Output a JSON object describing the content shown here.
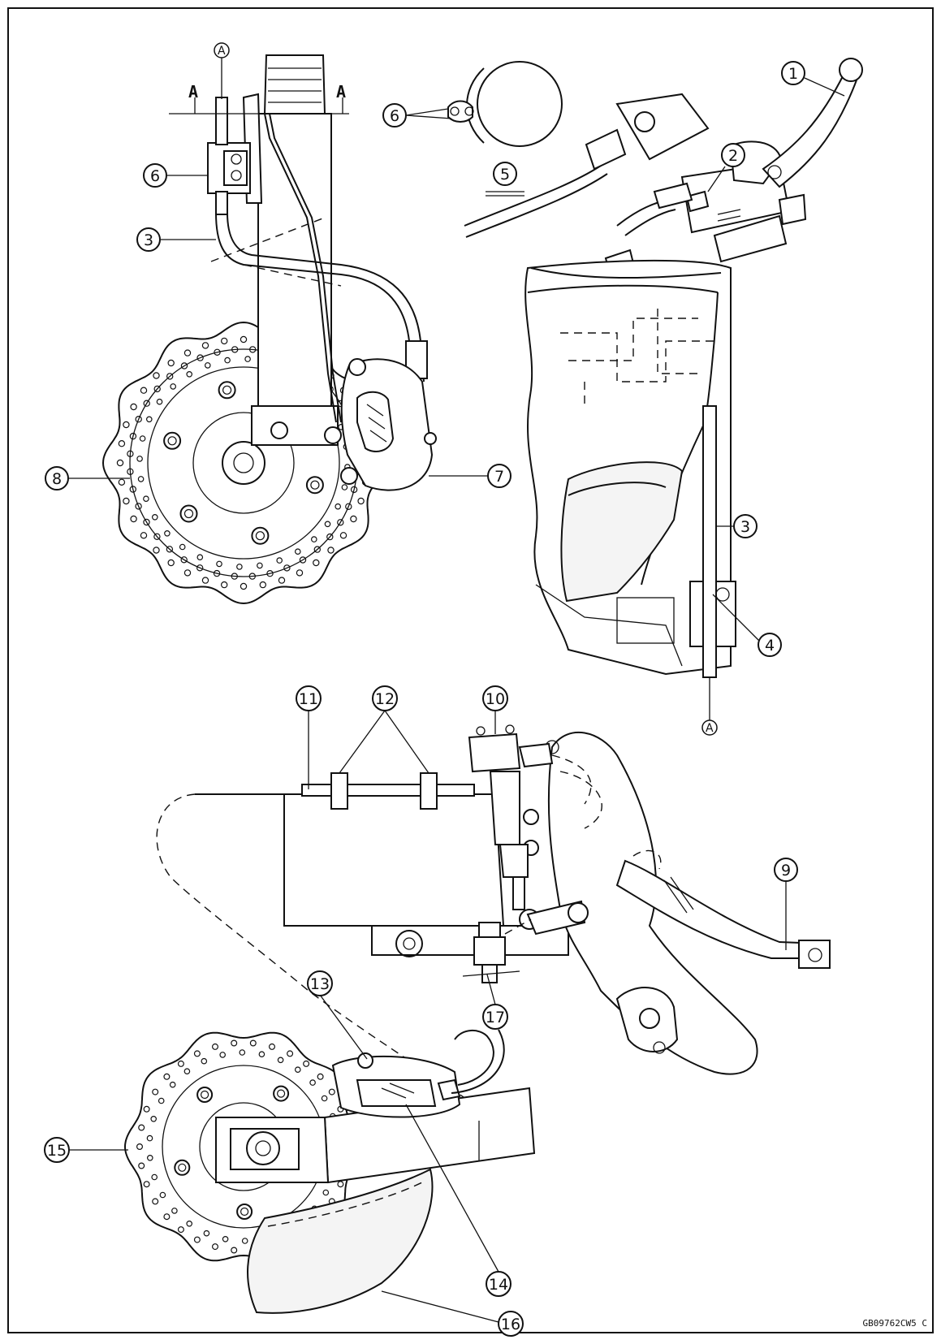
{
  "callouts": [
    {
      "id": "c1",
      "label": "1"
    },
    {
      "id": "c2",
      "label": "2"
    },
    {
      "id": "c3a",
      "label": "3"
    },
    {
      "id": "c3b",
      "label": "3"
    },
    {
      "id": "c4",
      "label": "4"
    },
    {
      "id": "c5",
      "label": "5"
    },
    {
      "id": "c6a",
      "label": "6"
    },
    {
      "id": "c6b",
      "label": "6"
    },
    {
      "id": "c7",
      "label": "7"
    },
    {
      "id": "c8",
      "label": "8"
    },
    {
      "id": "c9",
      "label": "9"
    },
    {
      "id": "c10",
      "label": "10"
    },
    {
      "id": "c11",
      "label": "11"
    },
    {
      "id": "c12",
      "label": "12"
    },
    {
      "id": "c13",
      "label": "13"
    },
    {
      "id": "c14",
      "label": "14"
    },
    {
      "id": "c15",
      "label": "15"
    },
    {
      "id": "c16",
      "label": "16"
    },
    {
      "id": "c17",
      "label": "17"
    }
  ],
  "markers": {
    "top": "A",
    "bottom": "A"
  },
  "section": {
    "left": "A",
    "right": "A"
  },
  "reference_code": "GB09762CW5 C"
}
